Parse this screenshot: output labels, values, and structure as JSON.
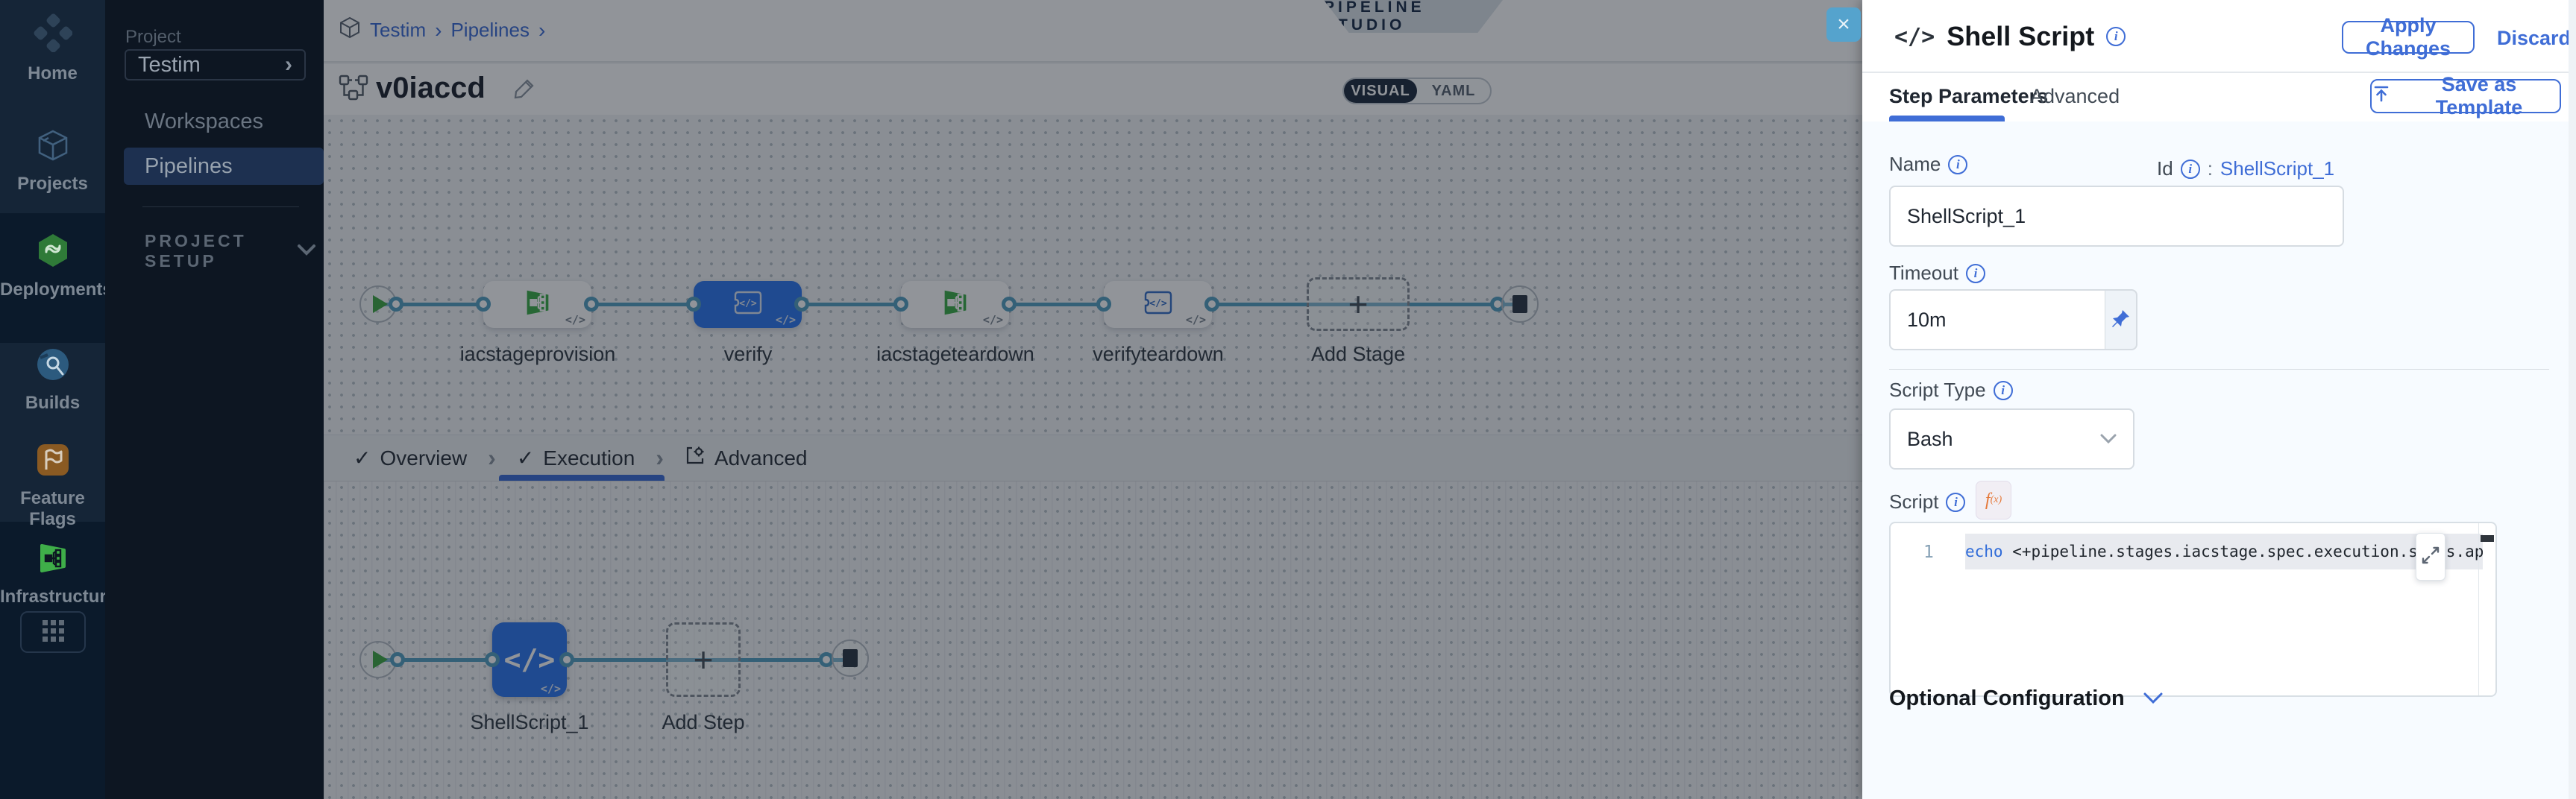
{
  "colors": {
    "accent_blue": "#3f6dd6",
    "node_blue": "#3079ef",
    "connector_blue": "#57a0c2",
    "module_green": "#3fae49",
    "module_orange": "#b2691f",
    "close_btn_blue": "#55a3cd",
    "sidebar_dark": "#0d1622"
  },
  "nav_rail": {
    "items": [
      {
        "label": "Home",
        "icon": "harness-logo"
      },
      {
        "label": "Projects",
        "icon": "cube"
      },
      {
        "label": "Deployments",
        "icon": "cd-hexagon"
      },
      {
        "label": "Builds",
        "icon": "ci-circle"
      },
      {
        "label": "Feature Flags",
        "icon": "flag"
      },
      {
        "label": "Infrastructures",
        "icon": "infra-grid"
      }
    ]
  },
  "project_sidebar": {
    "section_label": "Project",
    "project_name": "Testim",
    "items": [
      {
        "label": "Workspaces"
      },
      {
        "label": "Pipelines",
        "active": true
      }
    ],
    "setup_label": "PROJECT SETUP"
  },
  "header": {
    "breadcrumb": {
      "item1": "Testim",
      "sep": "›",
      "item2": "Pipelines"
    },
    "studio_badge": "PIPELINE STUDIO",
    "pipeline_title": "v0iaccd",
    "view_toggle": {
      "visual": "VISUAL",
      "yaml": "YAML"
    }
  },
  "stage_graph": {
    "stages": [
      {
        "name": "iacstageprovision",
        "icon": "infrastructure-stage",
        "badge": "</>"
      },
      {
        "name": "verify",
        "icon": "custom-stage",
        "badge": "</>",
        "selected": true
      },
      {
        "name": "iacstageteardown",
        "icon": "infrastructure-stage",
        "badge": "</>"
      },
      {
        "name": "verifyteardown",
        "icon": "custom-stage-outline",
        "badge": "</>"
      }
    ],
    "add_stage_label": "Add Stage"
  },
  "stage_tabs": {
    "overview": "Overview",
    "execution": "Execution",
    "advanced": "Advanced",
    "check": "✓",
    "sep": "›"
  },
  "execution_graph": {
    "step_name": "ShellScript_1",
    "step_icon": "</>",
    "badge": "</>",
    "add_step_label": "Add Step",
    "plus": "+"
  },
  "panel": {
    "close": "×",
    "icon": "</>",
    "title": "Shell Script",
    "apply_label": "Apply Changes",
    "discard_label": "Discard",
    "tab_step_parameters": "Step Parameters",
    "tab_advanced": "Advanced",
    "save_as_template_label": "Save as Template",
    "name_label": "Name",
    "id_label": "Id",
    "id_colon": ":",
    "id_value": "ShellScript_1",
    "name_value": "ShellScript_1",
    "timeout_label": "Timeout",
    "timeout_value": "10m",
    "script_type_label": "Script Type",
    "script_type_value": "Bash",
    "script_label": "Script",
    "fx_f": "f",
    "fx_sub": "(x)",
    "editor": {
      "line_number": "1",
      "keyword": "echo",
      "code_rest": " <+pipeline.stages.iacstage.spec.execution.steps.appl"
    },
    "optional_configuration_label": "Optional Configuration",
    "chevron_down": "⌄"
  }
}
